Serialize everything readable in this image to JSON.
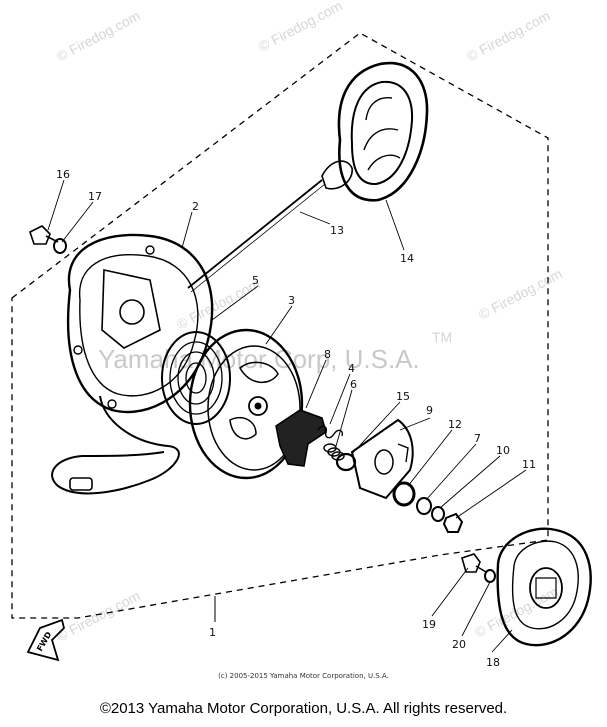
{
  "callouts": {
    "c1": "1",
    "c2": "2",
    "c3": "3",
    "c4": "4",
    "c5": "5",
    "c6": "6",
    "c7": "7",
    "c8": "8",
    "c9": "9",
    "c10": "10",
    "c11": "11",
    "c12": "12",
    "c13": "13",
    "c14": "14",
    "c15": "15",
    "c16": "16",
    "c17": "17",
    "c18": "18",
    "c19": "19",
    "c20": "20"
  },
  "watermark": {
    "brand": "© Firedog.com",
    "company": "Yamaha Motor Corp, U.S.A.",
    "tm": "TM"
  },
  "fwd_label": "FWD",
  "copyright_small": "(c) 2005-2015 Yamaha Motor Corporation, U.S.A.",
  "copyright_footer": "©2013 Yamaha Motor Corporation, U.S.A. All rights reserved."
}
